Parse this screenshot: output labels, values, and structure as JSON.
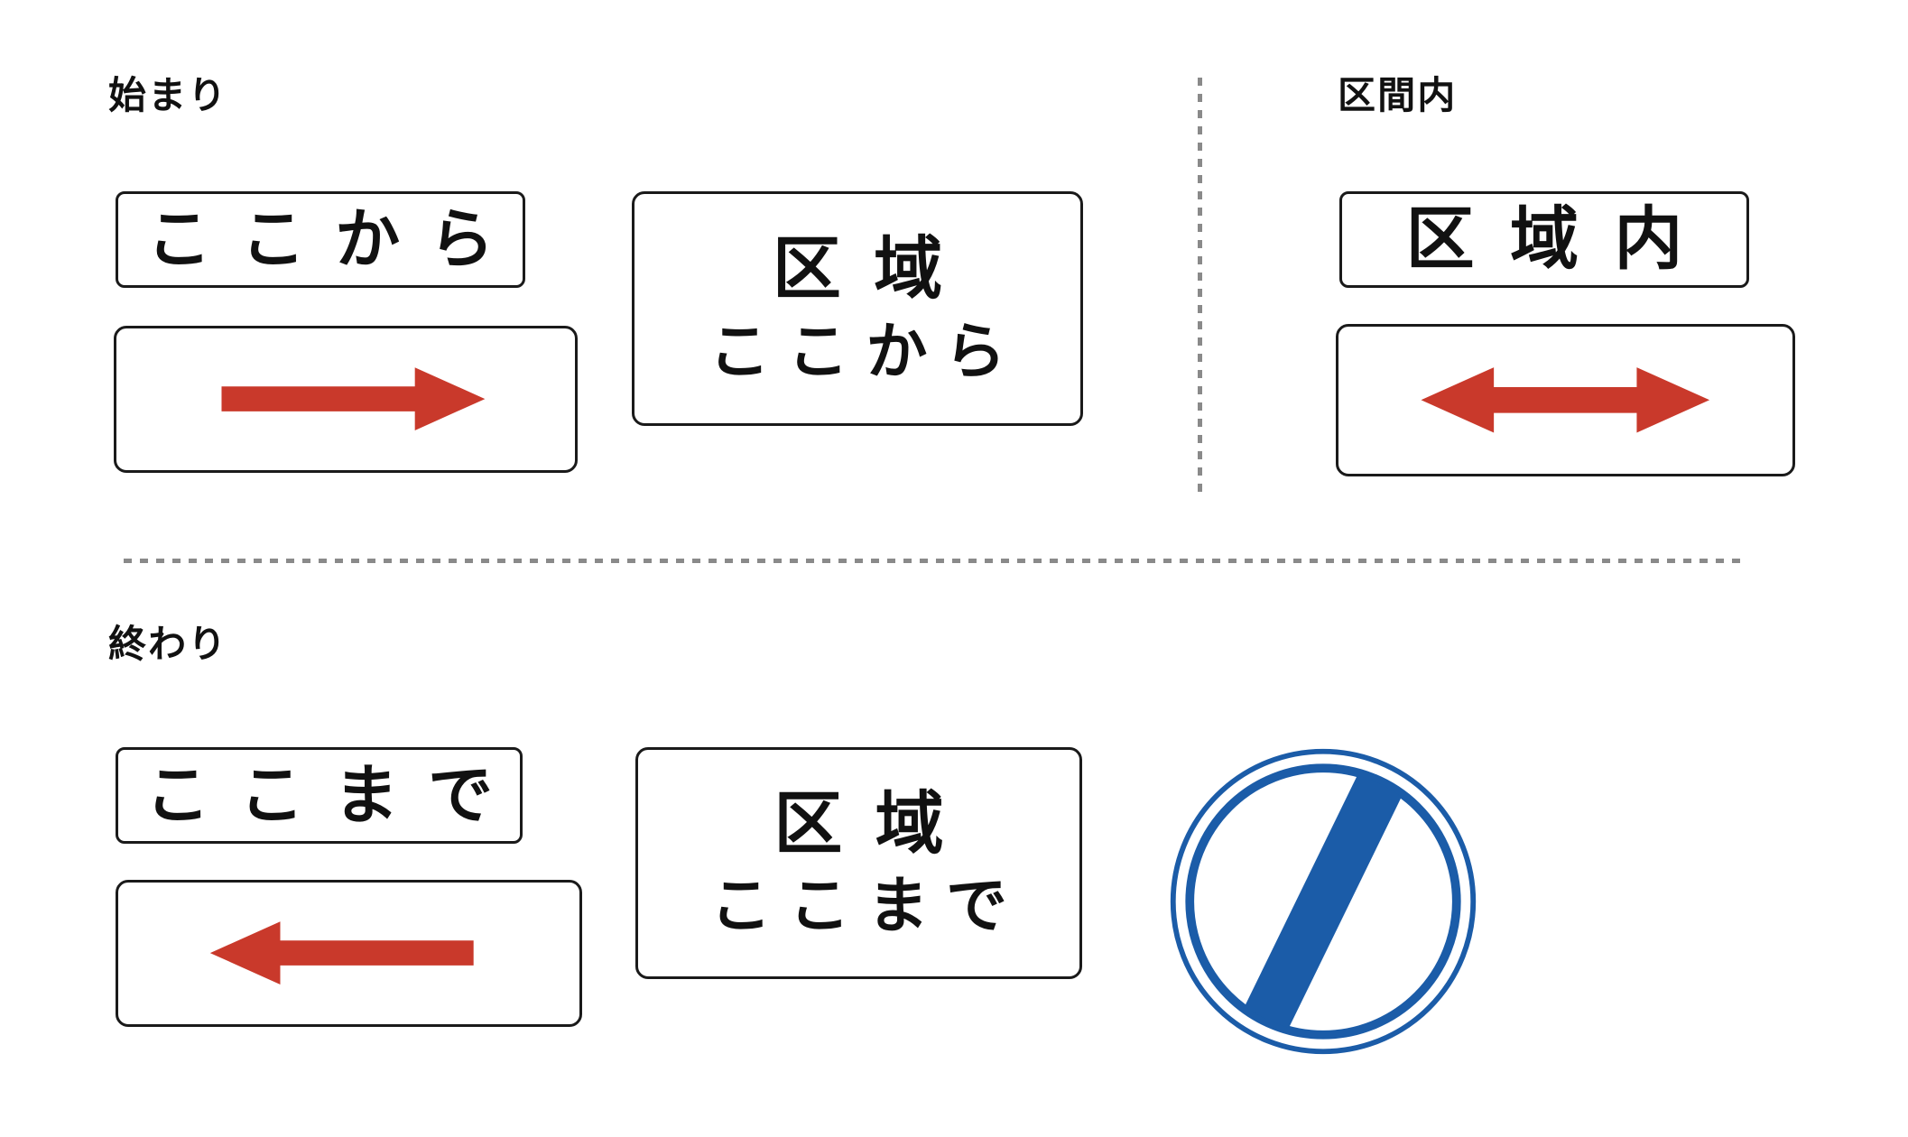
{
  "colors": {
    "red": "#c9392b",
    "blue": "#1b5ca8",
    "ink": "#111111",
    "plate_border": "#1a1a1a",
    "divider": "#8a8a8a",
    "background": "#ffffff"
  },
  "sections": {
    "start": {
      "label": "始まり",
      "plates": {
        "koko_kara": "ここから",
        "kuiki_line1": "区 域",
        "kuiki_line2": "ここから"
      }
    },
    "within": {
      "label": "区間内",
      "plates": {
        "kuiki_nai": "区 域 内"
      }
    },
    "end": {
      "label": "終わり",
      "plates": {
        "koko_made": "ここまで",
        "kuiki_line1": "区 域",
        "kuiki_line2": "ここまで"
      }
    }
  },
  "icons": {
    "right_arrow": "right-arrow",
    "double_arrow": "double-headed-arrow",
    "left_arrow": "left-arrow",
    "end_sign": "end-of-restriction-sign"
  }
}
